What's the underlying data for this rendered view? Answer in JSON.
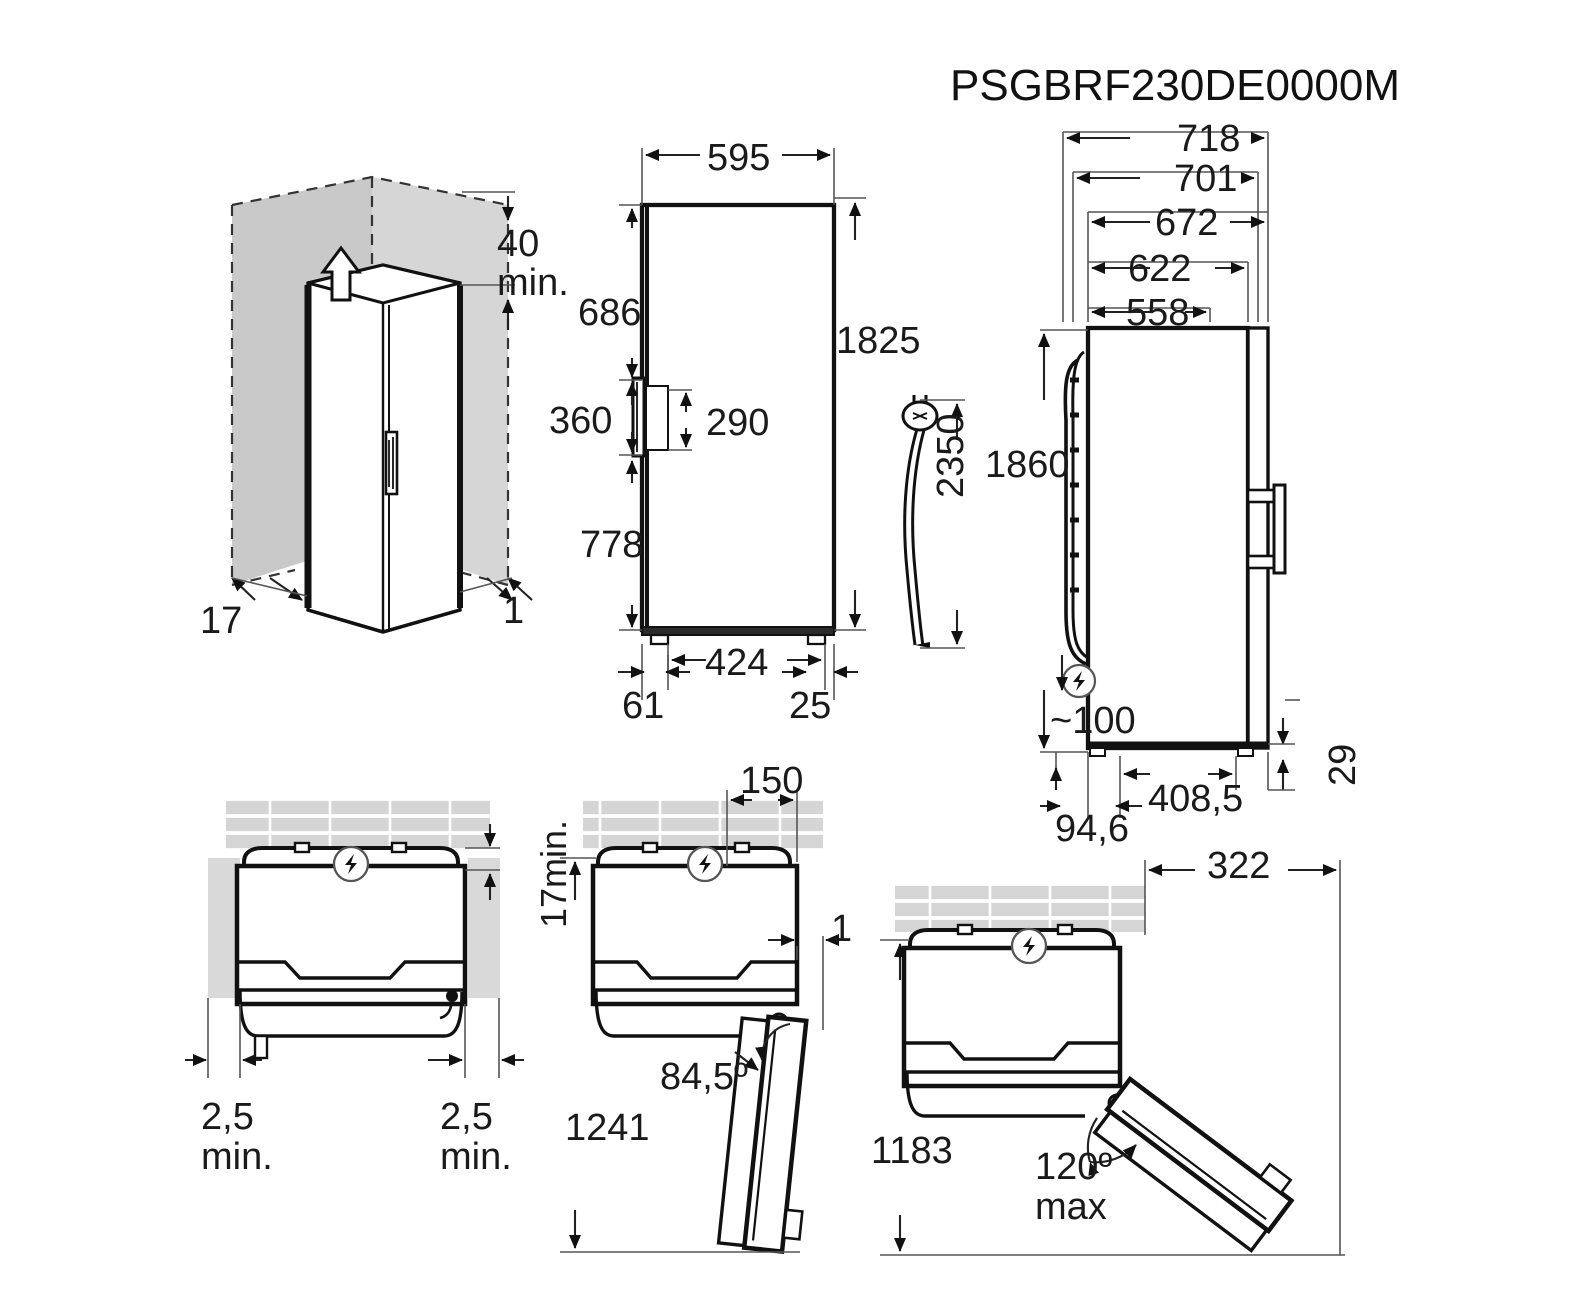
{
  "document": {
    "title": "PSGBRF230DE0000M",
    "type": "appliance-installation-dimension-drawing",
    "units_note": "mm"
  },
  "panels": {
    "iso": {
      "name": "isometric-clearance-view",
      "dims": {
        "top_clearance": "40",
        "top_clearance_qualifier": "min.",
        "left_rear_gap": "17",
        "right_gap": "1"
      }
    },
    "front": {
      "name": "front-elevation-view",
      "dims": {
        "width": "595",
        "top_to_handle": "686",
        "handle_height": "360",
        "handle_inner": "290",
        "handle_to_floor": "778",
        "total_height": "1825",
        "feet_span": "424",
        "foot_left": "61",
        "foot_right": "25"
      }
    },
    "cord": {
      "name": "power-cord-view",
      "dims": {
        "cord_length": "2350"
      }
    },
    "side": {
      "name": "side-elevation-view",
      "dims": {
        "d718": "718",
        "d701": "701",
        "d672": "672",
        "d622": "622",
        "d558": "558",
        "height_to_outlet": "1860",
        "outlet_offset": "~100",
        "d94_6": "94,6",
        "d408_5": "408,5",
        "d29": "29"
      }
    },
    "top_left": {
      "name": "top-view-wall-clearance",
      "dims": {
        "rear_clearance": "17min.",
        "left_side": "2,5",
        "left_side_qualifier": "min.",
        "right_side": "2,5",
        "right_side_qualifier": "min."
      }
    },
    "top_mid": {
      "name": "top-view-door-open-84deg",
      "dims": {
        "d150": "150",
        "d1": "1",
        "door_angle": "84,5º",
        "depth_with_door": "1241"
      }
    },
    "top_right": {
      "name": "top-view-door-open-120deg",
      "dims": {
        "d322": "322",
        "depth_with_door": "1183",
        "door_angle": "120º",
        "door_angle_qualifier": "max"
      }
    }
  },
  "icons": {
    "electric": "lightning-bolt-icon",
    "up_arrow": "up-arrow-icon"
  },
  "colors": {
    "line": "#111111",
    "wall_fill": "#c9c9c9",
    "brick_fill": "#d5d5d5",
    "background": "#ffffff"
  }
}
